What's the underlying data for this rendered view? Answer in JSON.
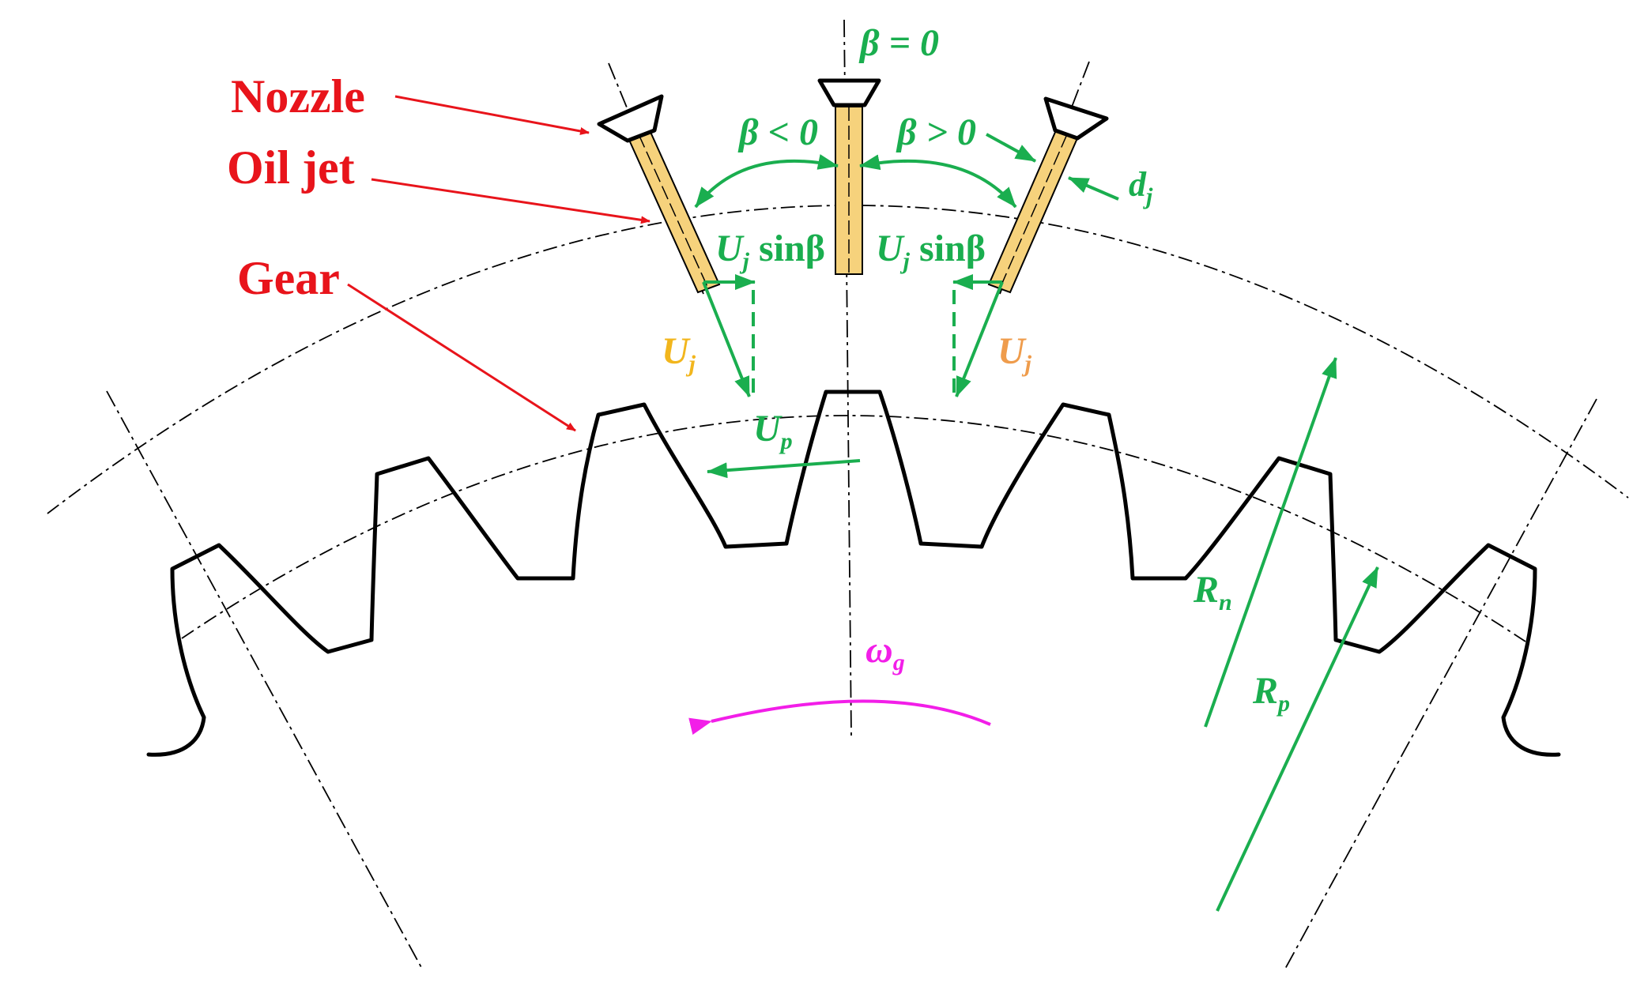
{
  "labels": {
    "nozzle": "Nozzle",
    "oil_jet": "Oil jet",
    "gear": "Gear"
  },
  "symbols": {
    "beta_zero": "β = 0",
    "beta_negative": "β < 0",
    "beta_positive": "β > 0",
    "jet_diameter_main": "d",
    "jet_diameter_sub": "j",
    "jet_velocity_left_main": "U",
    "jet_velocity_left_sub": "j",
    "jet_velocity_right_main": "U",
    "jet_velocity_right_sub": "j",
    "tangential_left_main": "U",
    "tangential_left_sub": "j",
    "tangential_left_tail": " sinβ",
    "tangential_right_main": "U",
    "tangential_right_sub": "j",
    "tangential_right_tail": " sinβ",
    "pitch_velocity_main": "U",
    "pitch_velocity_sub": "p",
    "outer_radius_main": "R",
    "outer_radius_sub": "n",
    "pitch_radius_main": "R",
    "pitch_radius_sub": "p",
    "angular_velocity_main": "ω",
    "angular_velocity_sub": "g"
  },
  "colors": {
    "label_red": "#e8141b",
    "annotation_green": "#1aae4f",
    "jet_fill": "#f6d27c",
    "jet_left_label": "#f2b61d",
    "jet_right_label": "#ef9c4c",
    "rotation_magenta": "#f21ee8",
    "outline_black": "#000000"
  }
}
